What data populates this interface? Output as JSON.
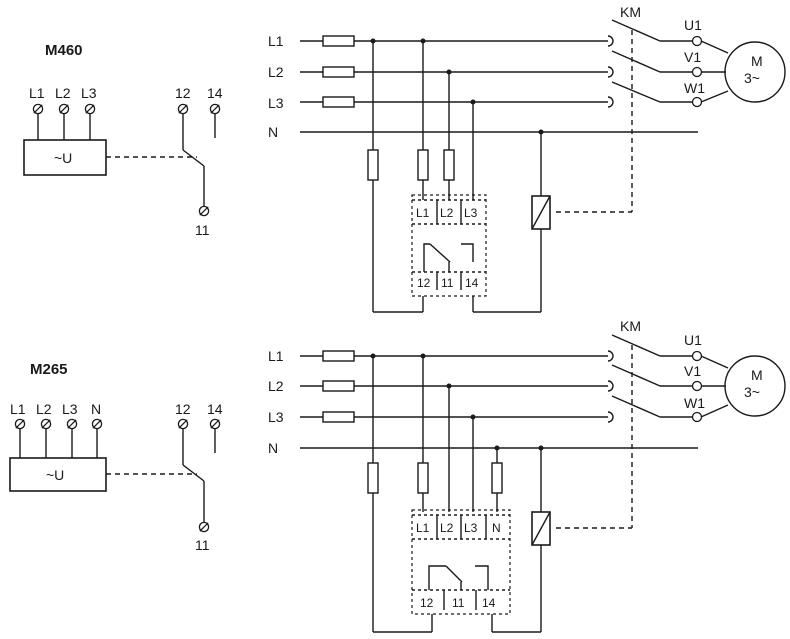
{
  "sections": [
    {
      "title": "M460",
      "device_terminals": [
        "L1",
        "L2",
        "L3"
      ],
      "device_label": "~U",
      "contact_terminals": [
        "12",
        "14",
        "11"
      ],
      "supply_lines": [
        "L1",
        "L2",
        "L3",
        "N"
      ],
      "contactor": "KM",
      "motor_terminals": [
        "U1",
        "V1",
        "W1"
      ],
      "motor_label": [
        "M",
        "3~"
      ],
      "module_inputs": [
        "L1",
        "L2",
        "L3"
      ],
      "module_outputs": [
        "12",
        "11",
        "14"
      ]
    },
    {
      "title": "M265",
      "device_terminals": [
        "L1",
        "L2",
        "L3",
        "N"
      ],
      "device_label": "~U",
      "contact_terminals": [
        "12",
        "14",
        "11"
      ],
      "supply_lines": [
        "L1",
        "L2",
        "L3",
        "N"
      ],
      "contactor": "KM",
      "motor_terminals": [
        "U1",
        "V1",
        "W1"
      ],
      "motor_label": [
        "M",
        "3~"
      ],
      "module_inputs": [
        "L1",
        "L2",
        "L3",
        "N"
      ],
      "module_outputs": [
        "12",
        "11",
        "14"
      ]
    }
  ],
  "icons": {
    "terminal": "screw-terminal-icon",
    "fuse": "fuse-icon",
    "coil": "relay-coil-icon",
    "motor": "three-phase-motor-icon",
    "contact": "changeover-contact-icon"
  }
}
